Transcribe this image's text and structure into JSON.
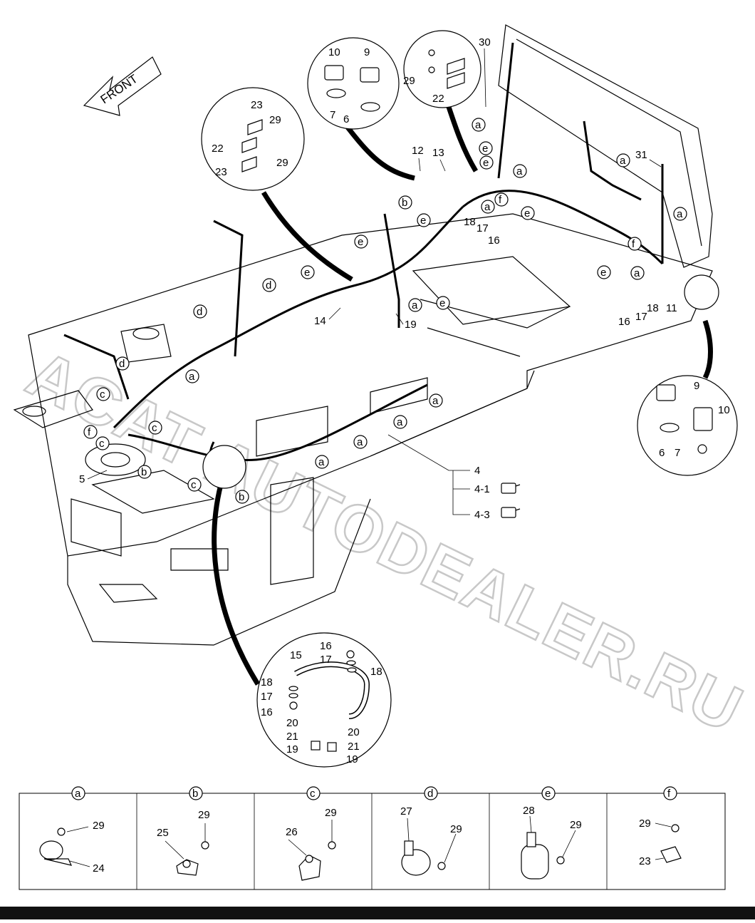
{
  "watermark": "ACAT AUTODEALER.RU",
  "front_label": "FRONT",
  "clip_letters": [
    "a",
    "b",
    "c",
    "d",
    "e",
    "f"
  ],
  "callouts": {
    "n30": "30",
    "n31": "31",
    "n12": "12",
    "n13": "13",
    "n14": "14",
    "n19": "19",
    "n16a": "16",
    "n17a": "17",
    "n18a": "18",
    "n16b": "16",
    "n17b": "17",
    "n18b": "18",
    "n11": "11",
    "n5": "5",
    "n4": "4",
    "n4_1": "4-1",
    "n4_3": "4-3"
  },
  "detail_battery_top": {
    "n10": "10",
    "n9": "9",
    "n7": "7",
    "n6": "6"
  },
  "detail_battery_right": {
    "n9": "9",
    "n10": "10",
    "n6": "6",
    "n7": "7"
  },
  "detail_bracket_top": {
    "n29": "29",
    "n22": "22"
  },
  "detail_bracket_left": {
    "n23": "23",
    "n29a": "29",
    "n22": "22",
    "n29b": "29",
    "n23b": "23"
  },
  "detail_hose": {
    "n15": "15",
    "n16a": "16",
    "n17a": "17",
    "n18a": "18",
    "n18b": "18",
    "n17b": "17",
    "n16b": "16",
    "n20a": "20",
    "n21a": "21",
    "n19a": "19",
    "n20b": "20",
    "n21b": "21",
    "n19b": "19"
  },
  "legend": [
    {
      "letter": "a",
      "parts": [
        "29",
        "24"
      ]
    },
    {
      "letter": "b",
      "parts": [
        "25",
        "29"
      ]
    },
    {
      "letter": "c",
      "parts": [
        "26",
        "29"
      ]
    },
    {
      "letter": "d",
      "parts": [
        "27",
        "29"
      ]
    },
    {
      "letter": "e",
      "parts": [
        "28",
        "29"
      ]
    },
    {
      "letter": "f",
      "parts": [
        "29",
        "23"
      ]
    }
  ]
}
